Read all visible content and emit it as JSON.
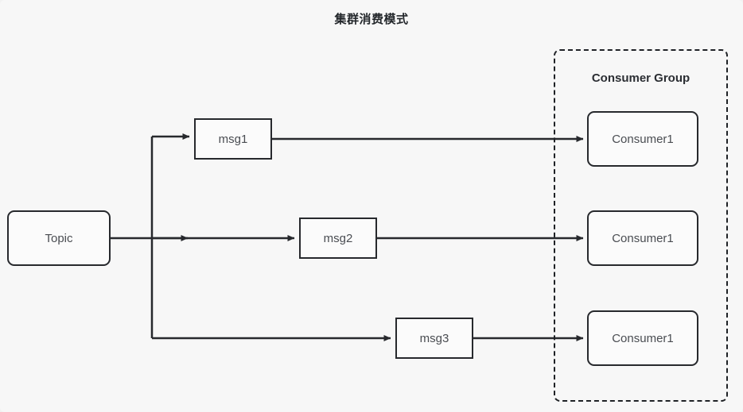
{
  "diagram": {
    "title": "集群消费模式",
    "background_color": "#f7f7f7",
    "stroke_color": "#27292d",
    "text_color": "#4a4d52"
  },
  "source": {
    "label": "Topic"
  },
  "messages": [
    {
      "label": "msg1"
    },
    {
      "label": "msg2"
    },
    {
      "label": "msg3"
    }
  ],
  "consumer_group": {
    "label": "Consumer Group",
    "consumers": [
      {
        "label": "Consumer1"
      },
      {
        "label": "Consumer1"
      },
      {
        "label": "Consumer1"
      }
    ]
  }
}
